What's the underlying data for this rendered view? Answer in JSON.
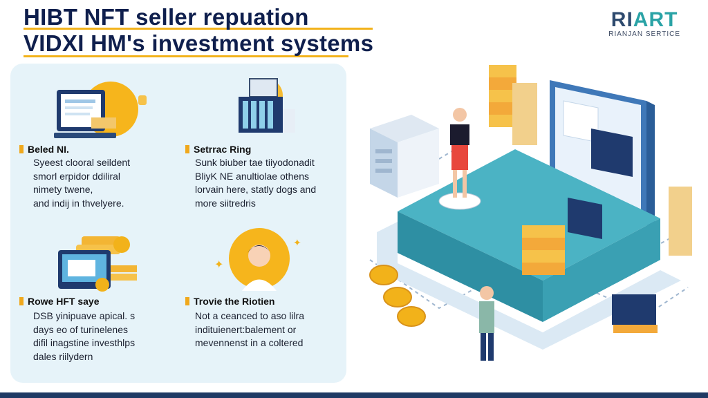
{
  "header": {
    "title_line1": "HIBT NFT seller  repuation",
    "title_line2": "VIDXI HM's investment systems"
  },
  "brand": {
    "name_part1": "RI",
    "name_part2": "ART",
    "subtitle": "RIANJAN SERTICE"
  },
  "cards": [
    {
      "title": "Beled NI.",
      "lines": [
        "Syeest clooral seildent",
        "smorl erpidor ddiliral",
        "nimety twene,",
        "and indij in thvelyere."
      ]
    },
    {
      "title": "Setrrac Ring",
      "lines": [
        "Sunk biuber tae tiiyodonadit",
        "BliyK NE anultiolae othens",
        "lorvain here, statly dogs and",
        "more siitredris"
      ]
    },
    {
      "title": "Rowe HFT saye",
      "lines": [
        "DSB yinipuave apical. s",
        "days eo of turinelenes",
        "difil inagstine investhlps",
        "dales riilydern"
      ]
    },
    {
      "title": "Trovie the Riotien",
      "lines": [
        "Not a ceanced to aso lilra",
        "indituienert:balement or",
        "mevennenst in a coltered"
      ]
    }
  ],
  "icons": {
    "card1": "document-monitor-illustration",
    "card2": "server-rack-illustration",
    "card3": "computer-coins-illustration",
    "card4": "person-avatar-illustration",
    "hero": "isometric-platform-illustration"
  },
  "colors": {
    "navy": "#0f1f4d",
    "accent": "#f2b21a",
    "teal": "#2aa3a6",
    "panel": "#e6f3f9"
  }
}
